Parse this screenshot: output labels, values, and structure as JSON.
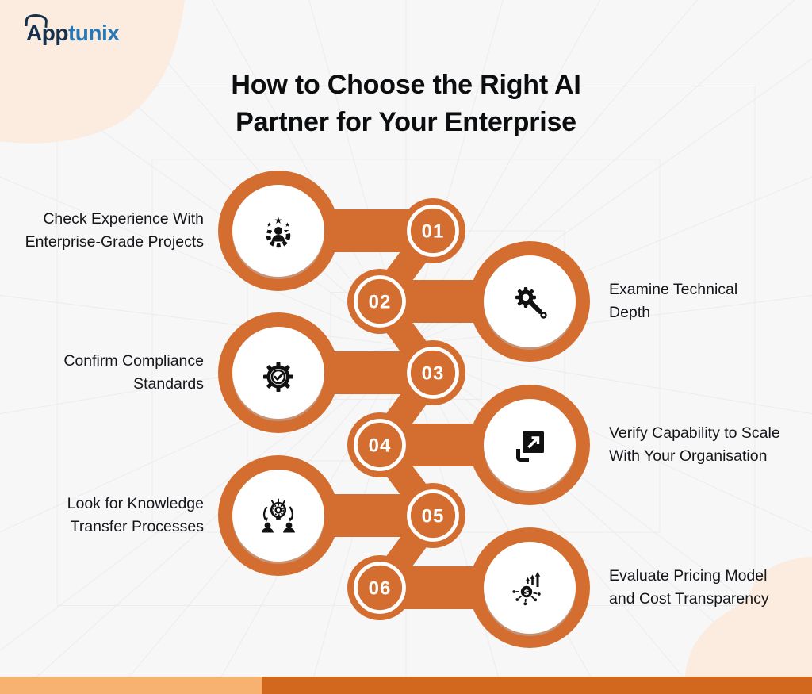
{
  "brand": {
    "logo_text_primary": "App",
    "logo_text_secondary": "tunix"
  },
  "title": "How to Choose the Right AI\nPartner for Your Enterprise",
  "steps": [
    {
      "number": "01",
      "label": "Check Experience With\nEnterprise-Grade Projects",
      "icon": "experience-badge-icon",
      "side": "left"
    },
    {
      "number": "02",
      "label": "Examine Technical\nDepth",
      "icon": "gear-wrench-icon",
      "side": "right"
    },
    {
      "number": "03",
      "label": "Confirm Compliance\nStandards",
      "icon": "gear-checkmark-icon",
      "side": "left"
    },
    {
      "number": "04",
      "label": "Verify Capability to Scale\nWith Your Organisation",
      "icon": "scale-expand-icon",
      "side": "right"
    },
    {
      "number": "05",
      "label": "Look for Knowledge\nTransfer Processes",
      "icon": "knowledge-transfer-icon",
      "side": "left"
    },
    {
      "number": "06",
      "label": "Evaluate Pricing Model\nand Cost Transparency",
      "icon": "pricing-network-icon",
      "side": "right"
    }
  ],
  "colors": {
    "chain_orange": "#D36E30",
    "footer_dark": "#D2671E",
    "footer_light": "#F7B170",
    "blob_peach": "#FBECDF",
    "logo_navy": "#14304C",
    "logo_blue": "#2878B5",
    "background": "#F7F7F8",
    "text_dark": "#15161a"
  }
}
